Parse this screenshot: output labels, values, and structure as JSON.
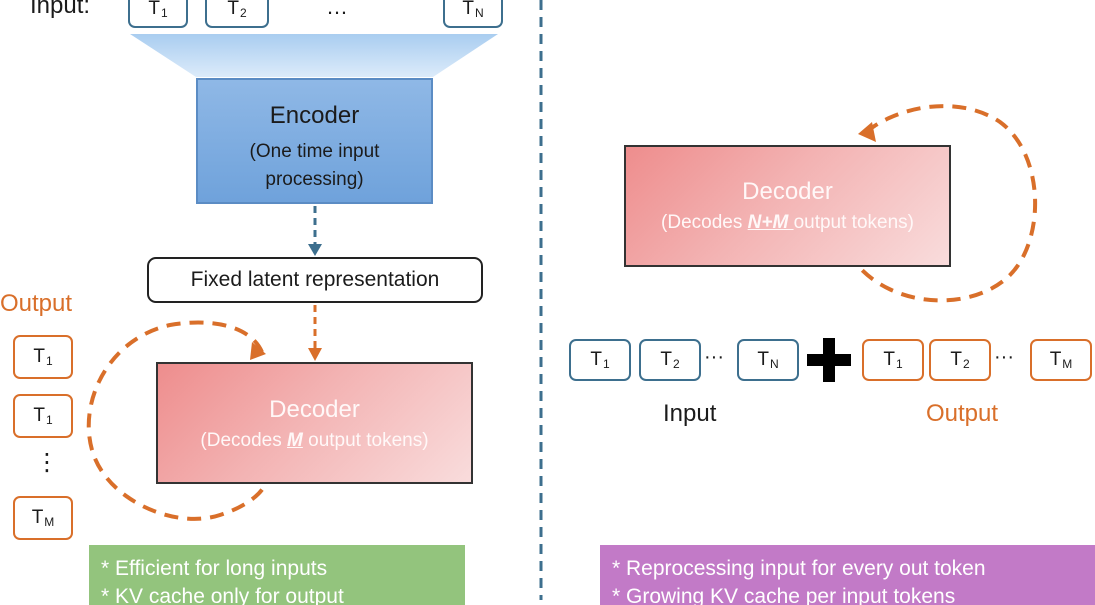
{
  "left": {
    "input_label": "Input:",
    "input_tokens": [
      {
        "t": "T",
        "s": "1"
      },
      {
        "t": "T",
        "s": "2"
      },
      {
        "t": "…",
        "s": ""
      },
      {
        "t": "T",
        "s": "N"
      }
    ],
    "encoder": {
      "title": "Encoder",
      "line1": "(One time input",
      "line2": "processing)"
    },
    "latent": "Fixed latent representation",
    "output_label": "Output",
    "output_tokens": [
      {
        "t": "T",
        "s": "1"
      },
      {
        "t": "T",
        "s": "1"
      },
      {
        "t": "⋮",
        "s": ""
      },
      {
        "t": "T",
        "s": "M"
      }
    ],
    "decoder": {
      "title": "Decoder",
      "pre": "(Decodes ",
      "em": "M",
      "post": " output tokens)"
    },
    "note_lines": [
      "* Efficient for long inputs",
      "* KV cache only for output"
    ]
  },
  "right": {
    "decoder": {
      "title": "Decoder",
      "pre": "(Decodes ",
      "em": "N+M ",
      "post": "output tokens)"
    },
    "input_tokens": [
      {
        "t": "T",
        "s": "1"
      },
      {
        "t": "T",
        "s": "2"
      },
      {
        "t": "T",
        "s": "N"
      }
    ],
    "ellipsis": "···",
    "output_tokens": [
      {
        "t": "T",
        "s": "1"
      },
      {
        "t": "T",
        "s": "2"
      },
      {
        "t": "T",
        "s": "M"
      }
    ],
    "input_label": "Input",
    "output_label": "Output",
    "note_lines": [
      "* Reprocessing input for every out token",
      "* Growing KV cache per input tokens"
    ]
  },
  "colors": {
    "token_border": "#3d6f8e",
    "orange": "#d96f2a",
    "note_green": "#93c47d",
    "note_purple": "#c27ac7",
    "divider": "#3d6f8e"
  }
}
